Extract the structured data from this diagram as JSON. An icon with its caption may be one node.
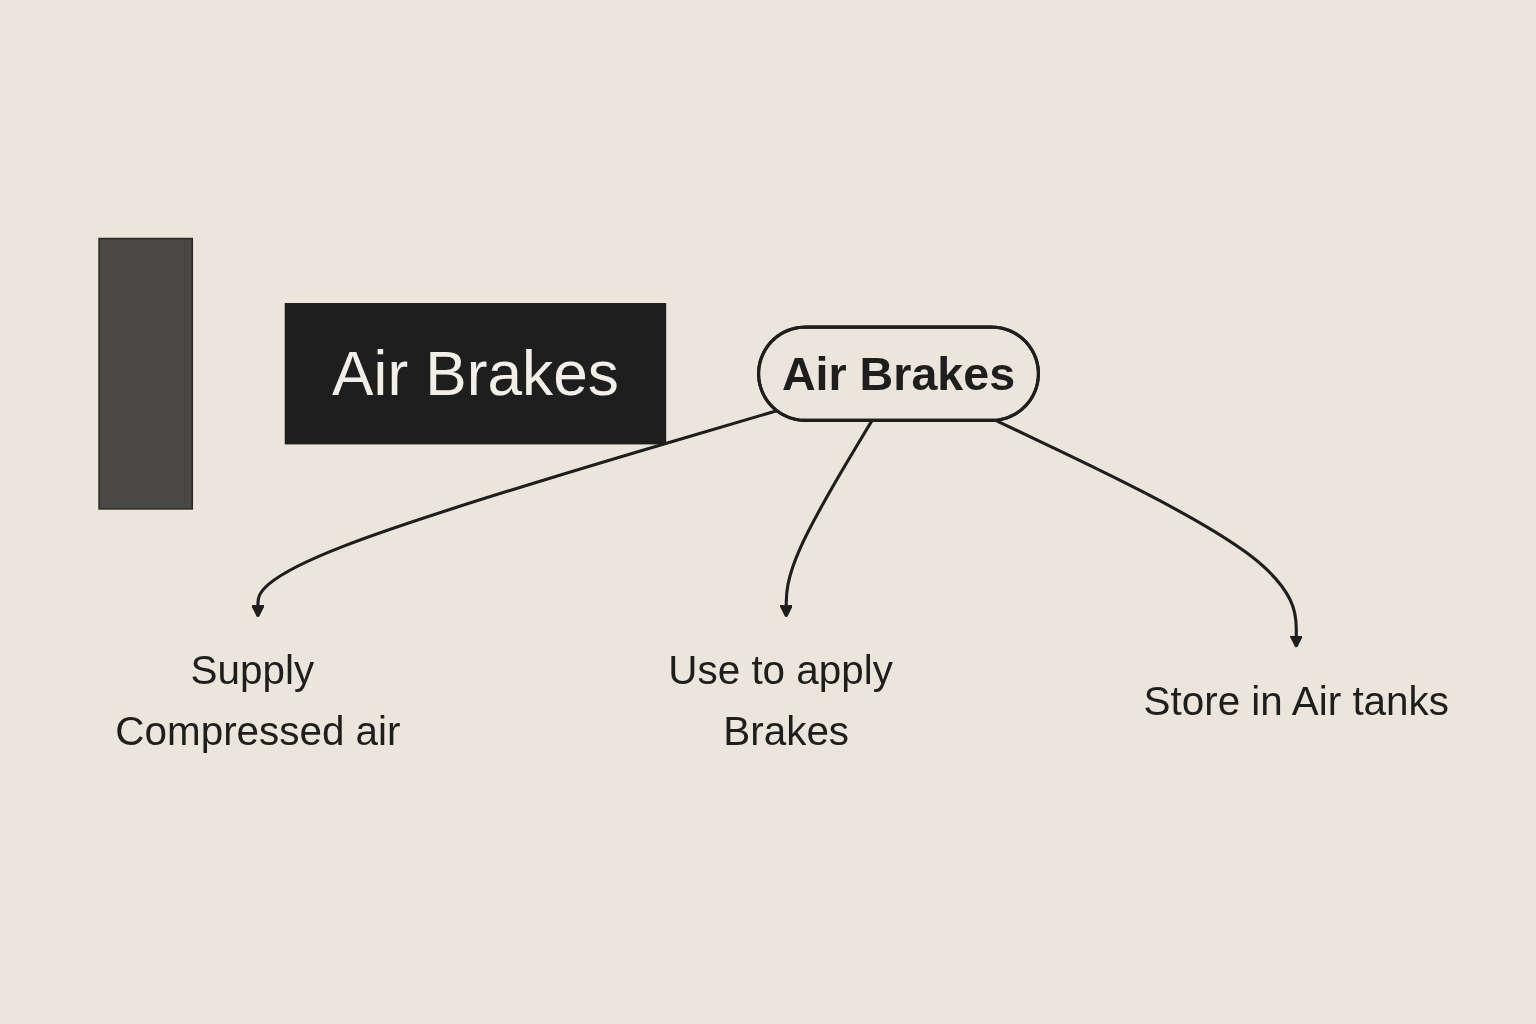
{
  "diagram": {
    "nodes": [
      {
        "text": [
          "Air Brakes"
        ]
      },
      {
        "text": [
          "Air Brakes"
        ]
      },
      {
        "text": [
          "Supply Compressed air"
        ]
      },
      {
        "text": [
          "Use to apply Brakes"
        ]
      },
      {
        "text": [
          "Store in Air tanks"
        ]
      },
      {
        "text": [],
        "shape": "box"
      }
    ],
    "edges": [
      {
        "from": 1,
        "to": 2,
        "arrow": "to"
      },
      {
        "from": 1,
        "to": 3,
        "arrow": "to"
      },
      {
        "from": 1,
        "to": 4,
        "arrow": "to"
      }
    ]
  }
}
